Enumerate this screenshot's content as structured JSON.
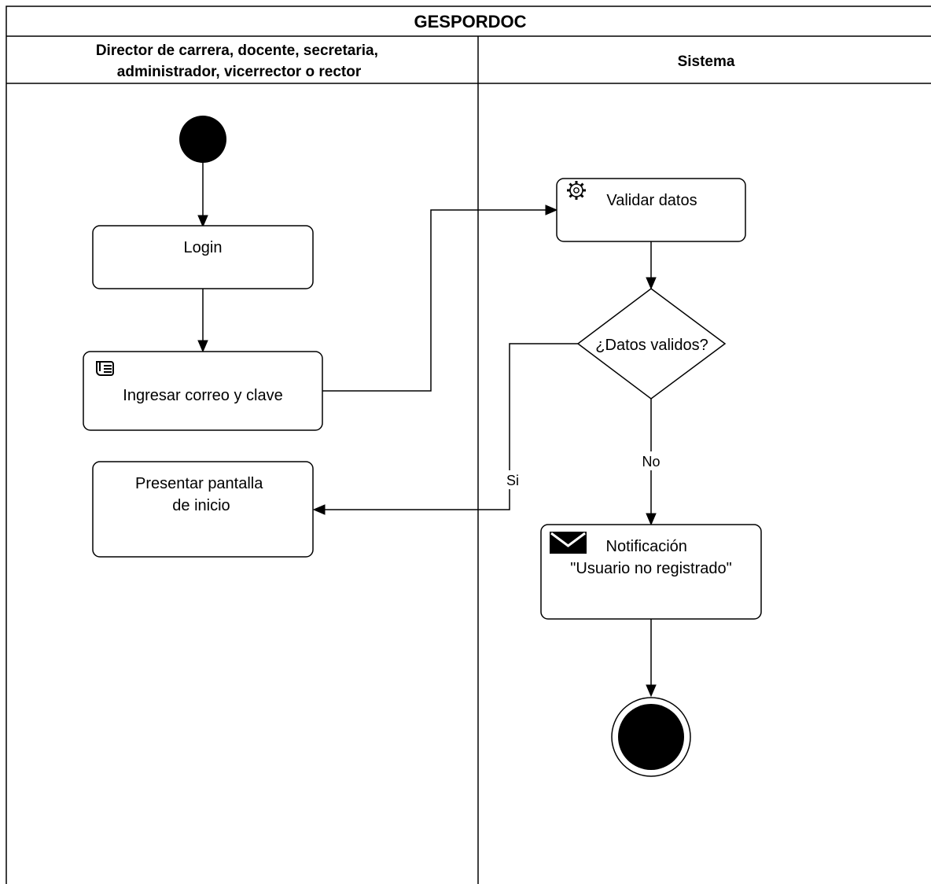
{
  "pool": {
    "title": "GESPORDOC",
    "lanes": [
      {
        "header_lines": [
          "Director de carrera, docente, secretaria,",
          "administrador, vicerrector o rector"
        ]
      },
      {
        "header_lines": [
          "Sistema"
        ]
      }
    ]
  },
  "nodes": {
    "start": {
      "kind": "initial"
    },
    "login": {
      "kind": "action",
      "lines": [
        "Login"
      ]
    },
    "ingresar": {
      "kind": "action",
      "icon": "hand-icon",
      "lines": [
        "Ingresar correo  y clave"
      ]
    },
    "presentar": {
      "kind": "action",
      "lines": [
        "Presentar pantalla",
        "de inicio"
      ]
    },
    "validar": {
      "kind": "action",
      "icon": "gear-icon",
      "lines": [
        "Validar datos"
      ]
    },
    "decision": {
      "kind": "decision",
      "lines": [
        "¿Datos validos?"
      ]
    },
    "notificacion": {
      "kind": "action",
      "icon": "envelope-icon",
      "lines": [
        "Notificación",
        "\"Usuario no registrado\""
      ]
    },
    "end": {
      "kind": "final"
    }
  },
  "edges": {
    "start_login": {
      "from": "start",
      "to": "login",
      "label": ""
    },
    "login_ingresar": {
      "from": "login",
      "to": "ingresar",
      "label": ""
    },
    "ingresar_validar": {
      "from": "ingresar",
      "to": "validar",
      "label": ""
    },
    "validar_decision": {
      "from": "validar",
      "to": "decision",
      "label": ""
    },
    "decision_presentar": {
      "from": "decision",
      "to": "presentar",
      "label": "Si"
    },
    "decision_notificacion": {
      "from": "decision",
      "to": "notificacion",
      "label": "No"
    },
    "notificacion_end": {
      "from": "notificacion",
      "to": "end",
      "label": ""
    }
  }
}
